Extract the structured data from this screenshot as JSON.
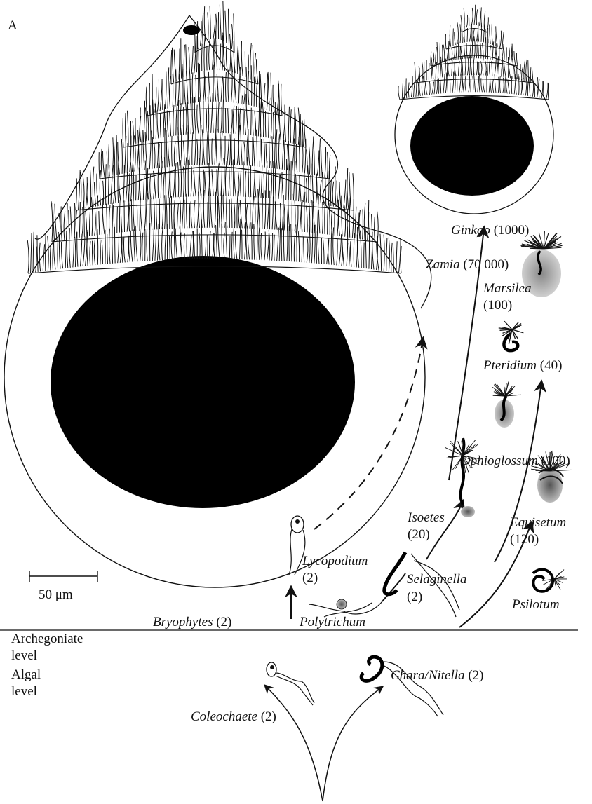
{
  "panel_letter": "A",
  "scale_bar": {
    "label": "50 μm"
  },
  "levels": {
    "archegoniate": [
      "Archegoniate",
      "level"
    ],
    "algal": [
      "Algal",
      "level"
    ]
  },
  "taxa": {
    "ginkgo": {
      "name": "Ginkgo",
      "count": "(1000)"
    },
    "zamia": {
      "name": "Zamia",
      "count": "(70 000)"
    },
    "marsilea": {
      "name": "Marsilea",
      "count": "(100)"
    },
    "pteridium": {
      "name": "Pteridium",
      "count": "(40)"
    },
    "ophioglossum": {
      "name": "Ophioglossum",
      "count": "(100)"
    },
    "isoetes": {
      "name": "Isoetes",
      "count": "(20)"
    },
    "equisetum": {
      "name": "Equisetum",
      "count": "(120)"
    },
    "lycopodium": {
      "name": "Lycopodium",
      "count": "(2)"
    },
    "selaginella": {
      "name": "Selaginella",
      "count": "(2)"
    },
    "psilotum": {
      "name": "Psilotum",
      "count": ""
    },
    "bryophytes": {
      "name": "Bryophytes",
      "count": "(2)"
    },
    "polytrichum": {
      "name": "Polytrichum",
      "count": ""
    },
    "coleochaete": {
      "name": "Coleochaete",
      "count": "(2)"
    },
    "chara": {
      "name": "Chara/Nitella",
      "count": "(2)"
    }
  }
}
